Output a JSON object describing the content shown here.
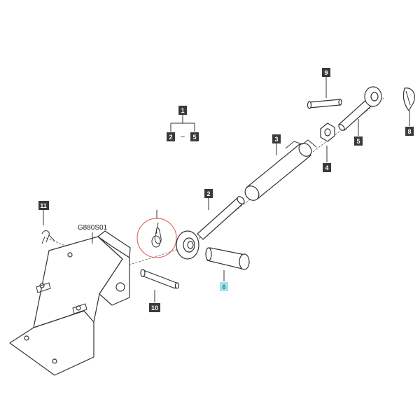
{
  "model_code": "G880S01",
  "range_text": {
    "from": "2",
    "sep": "~",
    "to": "5"
  },
  "callouts": {
    "c1": "1",
    "c2": "2",
    "c3": "3",
    "c4": "4",
    "c5": "5",
    "c6": "6",
    "c8": "8",
    "c9": "9",
    "c10": "10",
    "c11": "11"
  },
  "highlight_color": "#9fe3ec",
  "detail_circle_color": "#d9534f"
}
